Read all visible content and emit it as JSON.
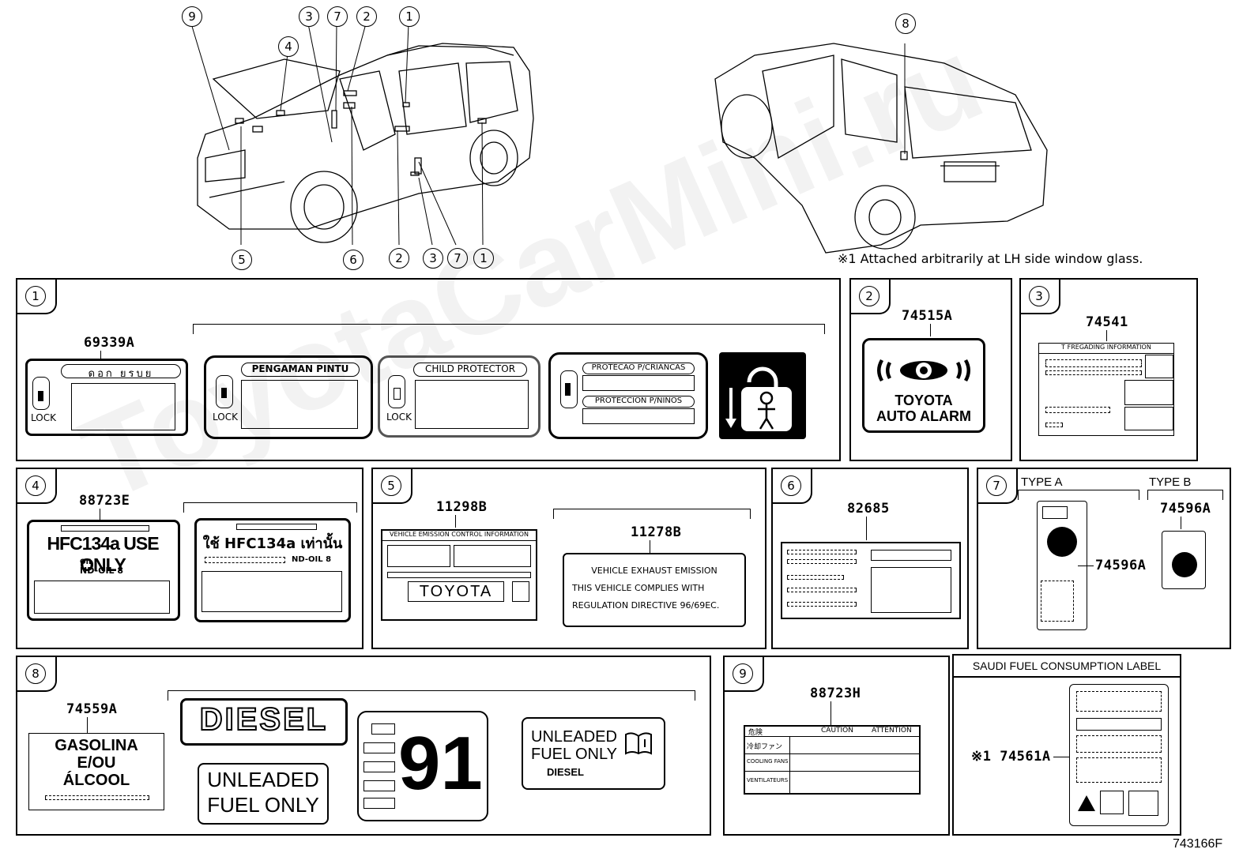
{
  "callouts": {
    "front": [
      "9",
      "4",
      "3",
      "7",
      "2",
      "1",
      "5",
      "6",
      "2",
      "3",
      "7",
      "1"
    ],
    "rear": "8"
  },
  "note": "※1 Attached arbitrarily at LH side window glass.",
  "watermark": "ToyotaCarMini.ru",
  "section1": {
    "num": "1",
    "part": "69339A",
    "label_a_header": "ดอก ยรบย",
    "lock": "LOCK",
    "pengaman": "PENGAMAN PINTU",
    "child": "CHILD PROTECTOR",
    "protecao": "PROTECAO P/CRIANCAS",
    "proteccion": "PROTECCION P/NINOS"
  },
  "section2": {
    "num": "2",
    "part": "74515A",
    "line1": "TOYOTA",
    "line2": "AUTO ALARM"
  },
  "section3": {
    "num": "3",
    "part": "74541",
    "header": "T  FREGADING INFORMATION"
  },
  "section4": {
    "num": "4",
    "part": "88723E",
    "hfc": "HFC134a USE ONLY",
    "oil": "OIL",
    "ndoil": "ND-OIL 8",
    "thai": "ใช้ HFC134a เท่านั้น",
    "ndoil2": "ND-OIL 8"
  },
  "section5": {
    "num": "5",
    "part1": "11298B",
    "part2": "11278B",
    "vecih": "VEHICLE EMISSION CONTROL INFORMATION",
    "toyota": "TOYOTA",
    "l1": "VEHICLE EXHAUST EMISSION",
    "l2": "THIS VEHICLE COMPLIES WITH",
    "l3": "REGULATION DIRECTIVE 96/69EC."
  },
  "section6": {
    "num": "6",
    "part": "82685"
  },
  "section7": {
    "num": "7",
    "typeA": "TYPE A",
    "typeB": "TYPE B",
    "partA": "74596A",
    "partB": "74596A"
  },
  "section8": {
    "num": "8",
    "part": "74559A",
    "gas1": "GASOLINA",
    "gas2": "E/OU",
    "gas3": "ÁLCOOL",
    "diesel": "DIESEL",
    "unl1": "UNLEADED",
    "unl2": "FUEL ONLY",
    "octane": "91",
    "unl3": "UNLEADED",
    "unl4": "FUEL ONLY",
    "diesel2": "DIESEL"
  },
  "section9": {
    "num": "9",
    "part": "88723H",
    "col1": "危険",
    "col2": "CAUTION",
    "col3": "ATTENTION",
    "r1": "冷却ファン",
    "r2": "COOLING FANS",
    "r3": "VENTILATEURS"
  },
  "saudi": {
    "title": "SAUDI FUEL CONSUMPTION LABEL",
    "part": "※1 74561A"
  },
  "figure_code": "743166F"
}
